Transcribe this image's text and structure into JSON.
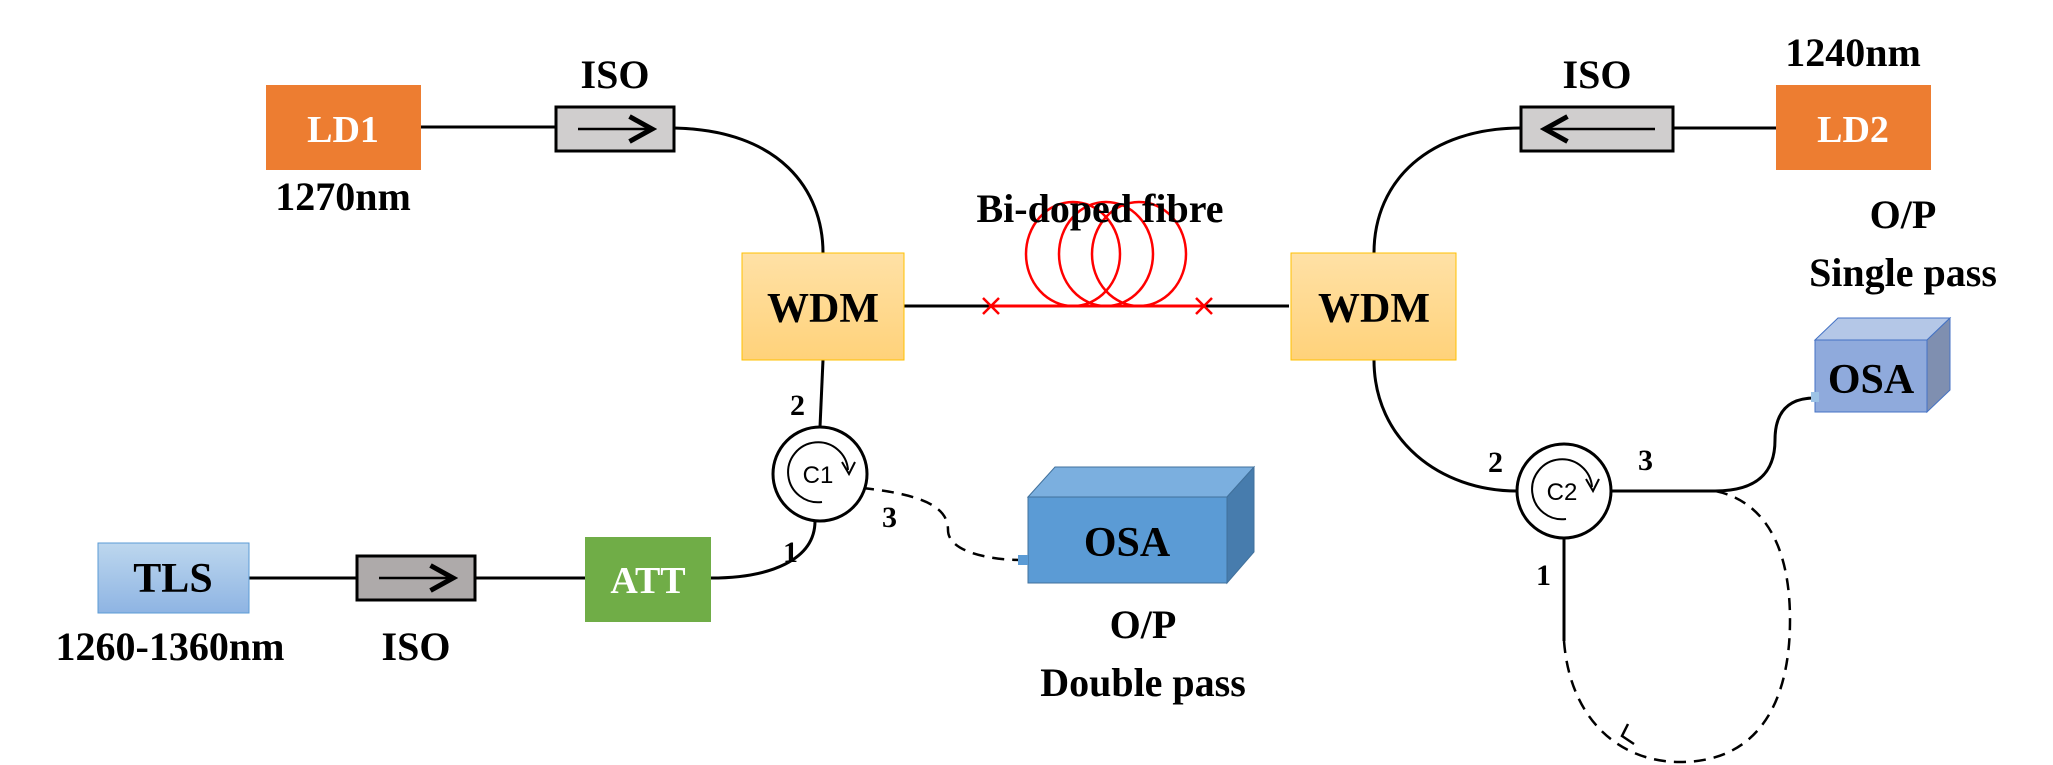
{
  "components": {
    "ld1": {
      "label": "LD1",
      "wavelength": "1270nm"
    },
    "ld2": {
      "label": "LD2",
      "wavelength": "1240nm"
    },
    "iso_top_left": {
      "label": "ISO"
    },
    "iso_top_right": {
      "label": "ISO"
    },
    "iso_bottom": {
      "label": "ISO"
    },
    "wdm1": {
      "label": "WDM"
    },
    "wdm2": {
      "label": "WDM"
    },
    "fibre": {
      "label": "Bi-doped fibre"
    },
    "tls": {
      "label": "TLS",
      "range": "1260-1360nm"
    },
    "att": {
      "label": "ATT"
    },
    "c1": {
      "label": "C1",
      "ports": [
        "1",
        "2",
        "3"
      ]
    },
    "c2": {
      "label": "C2",
      "ports": [
        "1",
        "2",
        "3"
      ]
    },
    "osa_double": {
      "label": "OSA",
      "caption_line1": "O/P",
      "caption_line2": "Double pass"
    },
    "osa_single": {
      "label": "OSA",
      "caption_line1": "O/P",
      "caption_line2": "Single pass"
    }
  },
  "colors": {
    "laser": "#ED7D31",
    "wdm": "#FFD97F",
    "tls": "#9DC3E6",
    "att": "#70AD47",
    "fibre": "#FF0000",
    "osa_double": "#5B9BD5",
    "osa_single": "#8FAADC"
  }
}
